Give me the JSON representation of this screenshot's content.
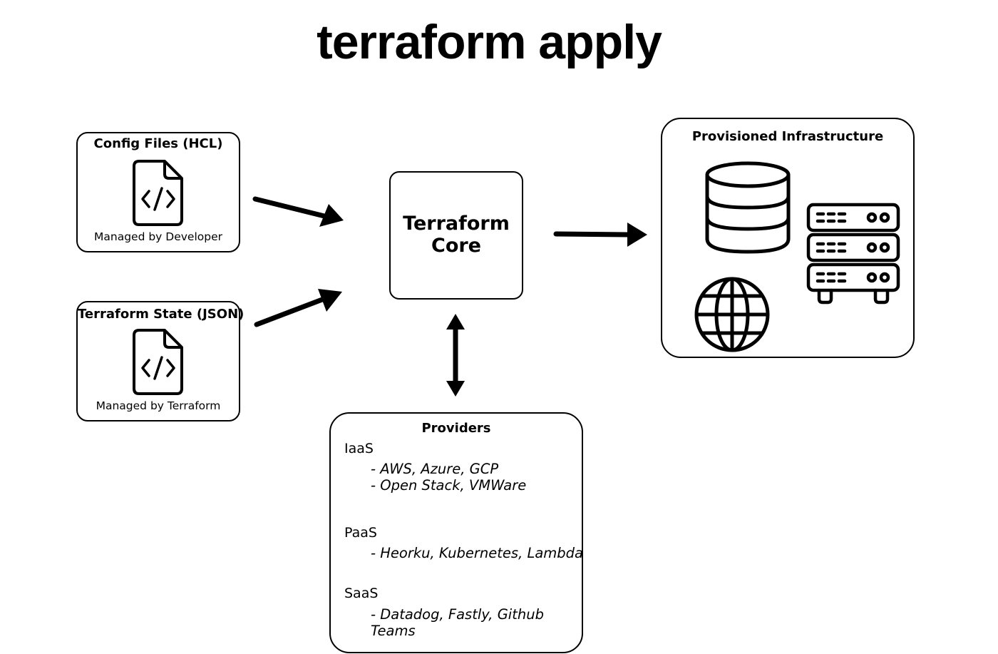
{
  "title": "terraform apply",
  "config_files": {
    "title": "Config Files (HCL)",
    "caption": "Managed by Developer",
    "icon": "code-file-icon"
  },
  "terraform_state": {
    "title": "Terraform State (JSON)",
    "caption": "Managed by Terraform",
    "icon": "code-file-icon"
  },
  "core": {
    "line1": "Terraform",
    "line2": "Core"
  },
  "infrastructure": {
    "title": "Provisioned Infrastructure",
    "icons": [
      "database-icon",
      "server-rack-icon",
      "globe-icon"
    ]
  },
  "providers": {
    "title": "Providers",
    "categories": [
      {
        "name": "IaaS",
        "items": [
          "- AWS, Azure, GCP",
          "- Open Stack, VMWare"
        ]
      },
      {
        "name": "PaaS",
        "items": [
          "- Heorku, Kubernetes, Lambda"
        ]
      },
      {
        "name": "SaaS",
        "items": [
          "- Datadog, Fastly, Github",
          "Teams"
        ]
      }
    ]
  }
}
